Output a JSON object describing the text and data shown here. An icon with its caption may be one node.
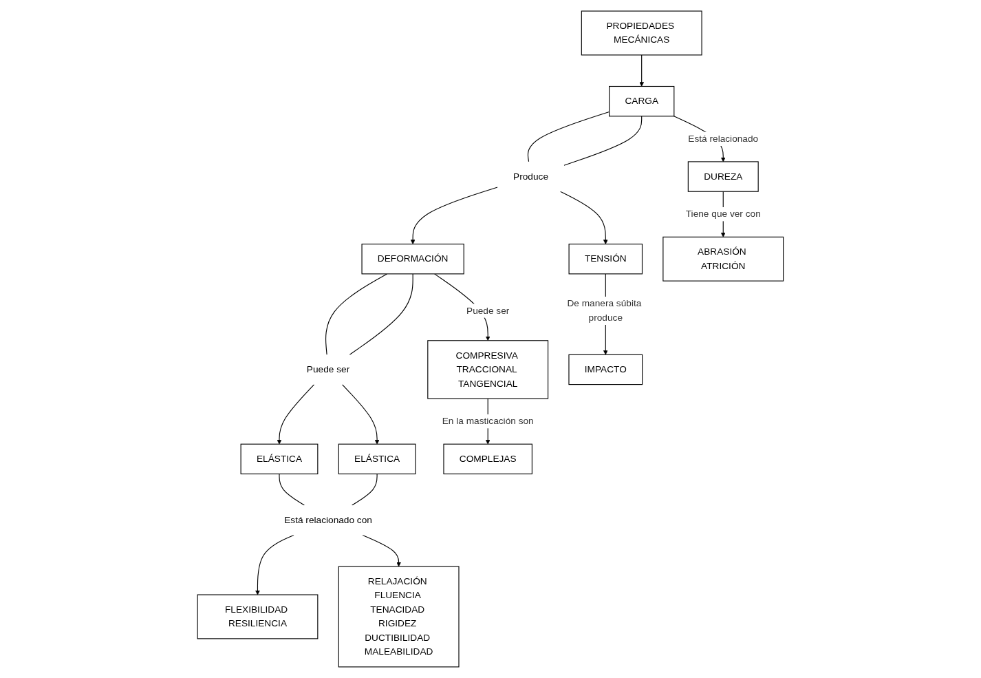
{
  "diagram": {
    "nodes": [
      {
        "text": [
          "PROPIEDADES MECÁNICAS"
        ]
      },
      {
        "text": [
          "CARGA"
        ]
      },
      {
        "text": [
          "Produce"
        ]
      },
      {
        "text": [
          "TENSIÓN"
        ]
      },
      {
        "text": [
          "DEFORMACIÓN"
        ]
      },
      {
        "text": [
          "DUREZA"
        ]
      },
      {
        "text": [
          "COMPRESIVA TRACCIONAL TANGENCIAL"
        ]
      },
      {
        "text": [
          "Puede ser"
        ]
      },
      {
        "text": [
          "IMPACTO"
        ]
      },
      {
        "text": [
          "ELÁSTICA"
        ]
      },
      {
        "text": [
          "ELÁSTICA"
        ]
      },
      {
        "text": [
          "ABRASIÓN ATRICIÓN"
        ]
      },
      {
        "text": [
          "Está relacionado con"
        ]
      },
      {
        "text": [
          "FLEXIBILIDAD RESILIENCIA"
        ]
      },
      {
        "text": [
          "RELAJACIÓN FLUENCIA TENACIDAD RIGIDEZ DUCTIBILIDAD MALEABILIDAD"
        ]
      },
      {
        "text": [
          "COMPLEJAS"
        ]
      }
    ],
    "edges": [
      {
        "from": 0,
        "to": 1,
        "arrow": "to"
      },
      {
        "from": 1,
        "to": 2,
        "arrow": "none"
      },
      {
        "from": 1,
        "to": 2,
        "arrow": "none"
      },
      {
        "from": 2,
        "to": 3,
        "arrow": "to"
      },
      {
        "from": 2,
        "to": 4,
        "arrow": "to"
      },
      {
        "from": 1,
        "to": 5,
        "arrow": "to",
        "label": "Está relacionado"
      },
      {
        "from": 3,
        "to": 8,
        "arrow": "to",
        "label": "De manera súbita produce"
      },
      {
        "from": 4,
        "to": 7,
        "arrow": "none"
      },
      {
        "from": 4,
        "to": 7,
        "arrow": "none"
      },
      {
        "from": 7,
        "to": 9,
        "arrow": "to"
      },
      {
        "from": 7,
        "to": 10,
        "arrow": "to"
      },
      {
        "from": 4,
        "to": 6,
        "arrow": "to",
        "label": "Puede ser"
      },
      {
        "from": 5,
        "to": 11,
        "arrow": "to",
        "label": "Tiene que ver con"
      },
      {
        "from": 9,
        "to": 12,
        "arrow": "none"
      },
      {
        "from": 10,
        "to": 12,
        "arrow": "none"
      },
      {
        "from": 12,
        "to": 13,
        "arrow": "to"
      },
      {
        "from": 12,
        "to": 14,
        "arrow": "to"
      },
      {
        "from": 6,
        "to": 15,
        "arrow": "to",
        "label": "En la masticación son"
      }
    ]
  }
}
